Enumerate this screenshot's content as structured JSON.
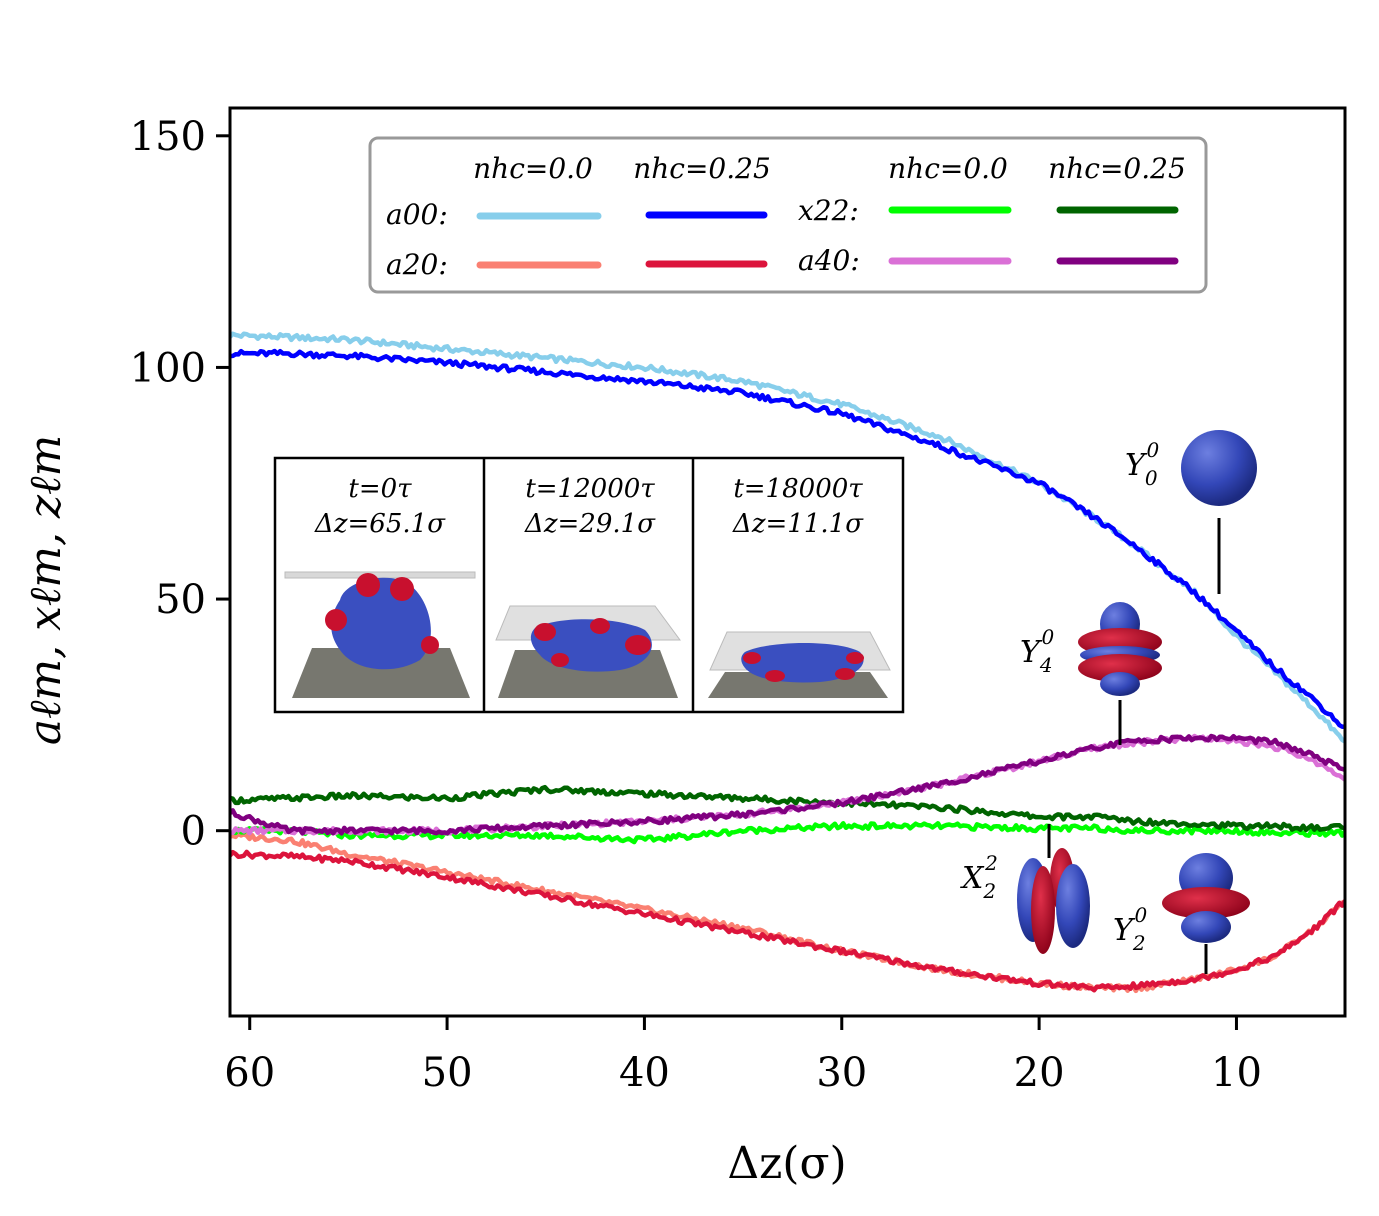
{
  "chart_data": {
    "type": "line",
    "xlabel": "Δz(σ)",
    "ylabel": "aℓm, xℓm, zℓm",
    "xlim": [
      61,
      4.5
    ],
    "ylim": [
      -40,
      156
    ],
    "xticks": [
      60,
      50,
      40,
      30,
      20,
      10
    ],
    "yticks": [
      150,
      100,
      50,
      0
    ],
    "grid": false,
    "legend": {
      "placement": "top-center",
      "col_headers": [
        "nhc=0.0",
        "nhc=0.25",
        "nhc=0.0",
        "nhc=0.25"
      ],
      "row_labels": [
        "a00:",
        "a20:",
        "x22:",
        "a40:"
      ]
    },
    "x": [
      61,
      58,
      55,
      50,
      45,
      40,
      35,
      30,
      25,
      20,
      17,
      15,
      12,
      10,
      8,
      6,
      4.5
    ],
    "series": [
      {
        "legend_id": "a00 nhc=0.0",
        "color": "#87ceeb",
        "values": [
          107,
          106.5,
          106,
          104,
          102,
          100,
          97,
          92,
          85,
          75,
          67,
          61,
          51,
          42,
          34,
          26,
          19
        ]
      },
      {
        "legend_id": "a00 nhc=0.25",
        "color": "#0000ff",
        "values": [
          103,
          103,
          102.5,
          101,
          99,
          97,
          94.5,
          90,
          83,
          75,
          67,
          61,
          51,
          43,
          35,
          28,
          22
        ]
      },
      {
        "legend_id": "a20 nhc=0.0",
        "color": "#fa8072",
        "values": [
          -1,
          -2,
          -5,
          -9,
          -13,
          -17,
          -21,
          -26,
          -30,
          -33,
          -34,
          -34,
          -32,
          -30,
          -27,
          -21,
          -15
        ]
      },
      {
        "legend_id": "a20 nhc=0.25",
        "color": "#dc143c",
        "values": [
          -5,
          -5.5,
          -6.5,
          -10,
          -14,
          -18,
          -22,
          -26,
          -30,
          -33,
          -34,
          -33.5,
          -32,
          -30,
          -27,
          -21,
          -15
        ]
      },
      {
        "legend_id": "x22 nhc=0.0",
        "color": "#00ff00",
        "values": [
          0,
          0,
          -1,
          -1,
          -1,
          -2,
          0,
          1,
          1,
          0.5,
          0.5,
          0,
          0,
          0,
          -0.5,
          -0.5,
          -0.5
        ]
      },
      {
        "legend_id": "x22 nhc=0.25",
        "color": "#006400",
        "values": [
          6.5,
          7,
          7.5,
          7,
          9,
          8,
          7,
          6,
          5,
          3,
          3,
          2,
          1.5,
          1,
          1,
          0.5,
          1
        ]
      },
      {
        "legend_id": "a40 nhc=0.0",
        "color": "#da70d6",
        "values": [
          0,
          0,
          0,
          0,
          1,
          2,
          3.5,
          6,
          10,
          15,
          18,
          19,
          20,
          19.5,
          18,
          15,
          11
        ]
      },
      {
        "legend_id": "a40 nhc=0.25",
        "color": "#800080",
        "values": [
          4,
          0,
          0,
          0,
          1,
          2,
          3.5,
          6,
          10,
          15,
          18,
          19.5,
          20,
          20,
          19,
          16,
          13
        ]
      }
    ],
    "inset": [
      {
        "t": "t=0τ",
        "dz": "Δz=65.1σ"
      },
      {
        "t": "t=12000τ",
        "dz": "Δz=29.1σ"
      },
      {
        "t": "t=18000τ",
        "dz": "Δz=11.1σ"
      }
    ],
    "annotations": [
      {
        "label": "Y",
        "sub": "0",
        "sup": "0",
        "x": 11,
        "y": 51
      },
      {
        "label": "Y",
        "sub": "4",
        "sup": "0",
        "x": 15.8,
        "y": 18
      },
      {
        "label": "X",
        "sub": "2",
        "sup": "2",
        "x": 19.3,
        "y": 3
      },
      {
        "label": "Y",
        "sub": "2",
        "sup": "0",
        "x": 11.5,
        "y": -30
      }
    ]
  }
}
